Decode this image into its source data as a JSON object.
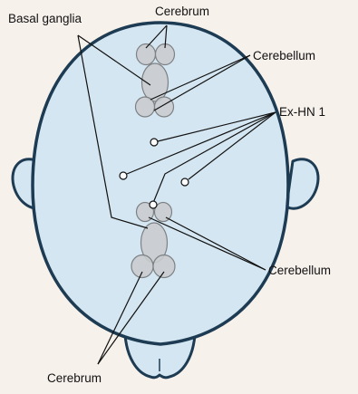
{
  "labels": {
    "basal_ganglia": "Basal ganglia",
    "cerebrum_top": "Cerebrum",
    "cerebellum_top": "Cerebellum",
    "ex_hn": "Ex-HN 1",
    "cerebellum_bottom": "Cerebellum",
    "cerebrum_bottom": "Cerebrum"
  },
  "colors": {
    "head_fill": "#d4e6f1",
    "head_stroke": "#1d3b52",
    "organ_fill": "#c9ccce",
    "organ_stroke": "#7d8184",
    "line": "#111111",
    "background": "#f7f1ec"
  }
}
